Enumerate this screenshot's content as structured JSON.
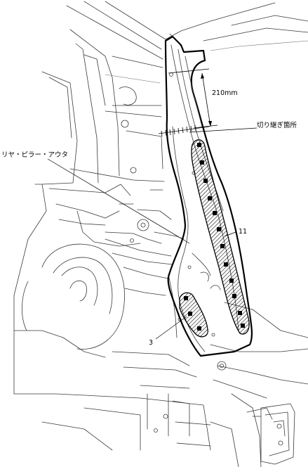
{
  "labels": {
    "cut_dimension": "210mm",
    "cut_position": "切り継ぎ箇所",
    "rear_pillar_outer": "リヤ・ピラー・アウタ",
    "part_11": "11",
    "part_3": "3"
  }
}
